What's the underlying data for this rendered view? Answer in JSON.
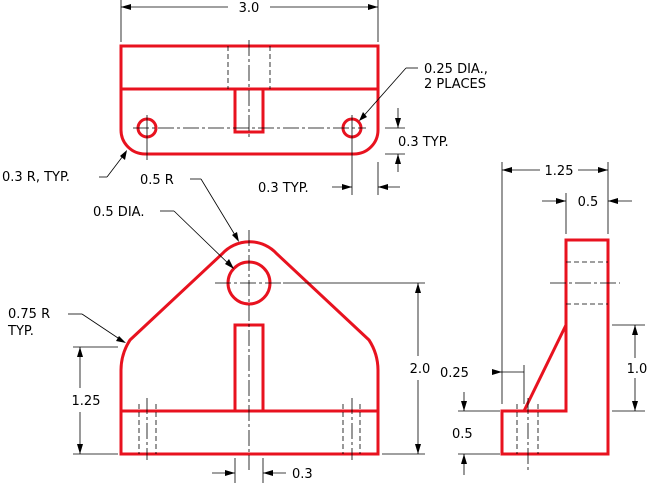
{
  "colors": {
    "object_line": "#e8121f",
    "dimension_line": "#000000",
    "background": "#ffffff"
  },
  "labels": {
    "overall_width": "3.0",
    "hole_dia_line1": "0.25 DIA.,",
    "hole_dia_line2": "2 PLACES",
    "hole_offset_vert": "0.3 TYP.",
    "hole_offset_horiz": "0.3 TYP.",
    "corner_radius": "0.3 R, TYP.",
    "top_radius": "0.5 R",
    "top_hole_dia": "0.5 DIA.",
    "side_radius_line1": "0.75 R",
    "side_radius_line2": "TYP.",
    "arc_start_height": "1.25",
    "total_height": "2.0",
    "slot_width": "0.3",
    "side_depth": "1.25",
    "upright_thickness": "0.5",
    "base_thickness_side": "0.25",
    "upright_height": "1.0",
    "base_height": "0.5"
  }
}
